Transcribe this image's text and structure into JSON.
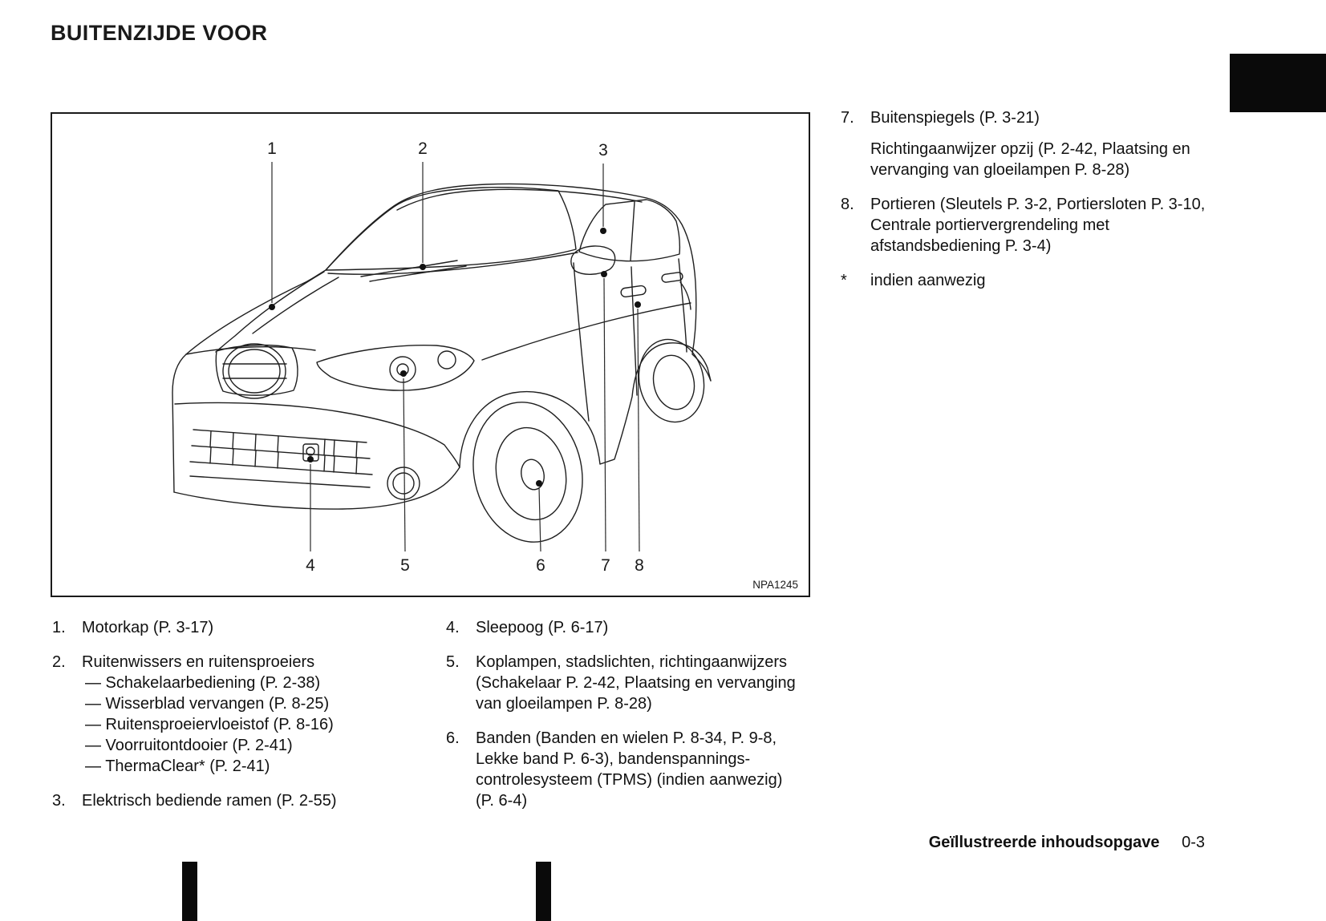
{
  "page": {
    "title": "BUITENZIJDE VOOR",
    "footer_label": "Geïllustreerde inhoudsopgave",
    "footer_page": "0-3"
  },
  "diagram": {
    "image_code": "NPA1245",
    "callouts": [
      "1",
      "2",
      "3",
      "4",
      "5",
      "6",
      "7",
      "8"
    ]
  },
  "legend": {
    "right": [
      {
        "marker": "7.",
        "text": "Buitenspiegels (P. 3-21)",
        "sub": "Richtingaanwijzer opzij (P. 2-42, Plaatsing en vervanging van gloeilampen P. 8-28)"
      },
      {
        "marker": "8.",
        "text": "Portieren (Sleutels P. 3-2, Portiersloten P. 3-10, Centrale portiervergrendeling met afstandsbediening P. 3-4)"
      },
      {
        "marker": "*",
        "text": "indien aanwezig"
      }
    ],
    "left": [
      {
        "marker": "1.",
        "text": "Motorkap (P. 3-17)"
      },
      {
        "marker": "2.",
        "text": "Ruitenwissers en ruitensproeiers",
        "subitems": [
          "— Schakelaarbediening (P. 2-38)",
          "— Wisserblad vervangen (P. 8-25)",
          "— Ruitensproeiervloeistof (P. 8-16)",
          "— Voorruitontdooier (P. 2-41)",
          "— ThermaClear* (P. 2-41)"
        ]
      },
      {
        "marker": "3.",
        "text": "Elektrisch bediende ramen (P. 2-55)"
      }
    ],
    "middle": [
      {
        "marker": "4.",
        "text": "Sleepoog (P. 6-17)"
      },
      {
        "marker": "5.",
        "text": "Koplampen, stadslichten, richtingaanwijzers (Schakelaar P. 2-42, Plaatsing en vervanging van gloeilampen P. 8-28)"
      },
      {
        "marker": "6.",
        "text": "Banden (Banden en wielen P. 8-34, P. 9-8, Lekke band P. 6-3), bandenspannings-controlesysteem (TPMS) (indien aanwezig) (P. 6-4)"
      }
    ]
  }
}
